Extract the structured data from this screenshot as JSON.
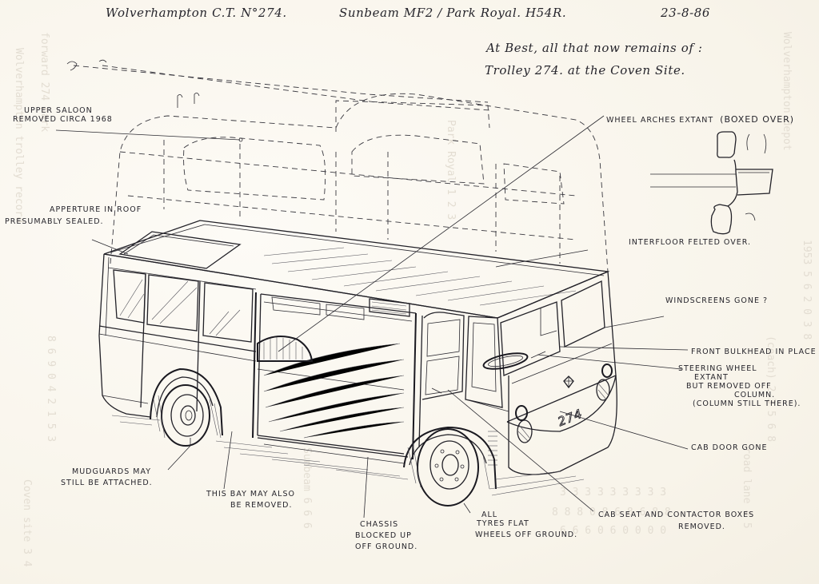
{
  "header": {
    "title": "Wolverhampton C.T. N°274.",
    "model": "Sunbeam MF2 / Park Royal. H54R.",
    "date": "23-8-86",
    "subtitle_line1": "At Best, all that now remains of :",
    "subtitle_line2": "Trolley 274. at the Coven Site."
  },
  "vehicle": {
    "fleet_number": "274"
  },
  "annotations": [
    {
      "id": "upper-saloon",
      "lines": [
        "Upper saloon",
        "removed circa 1968"
      ]
    },
    {
      "id": "aperture-roof",
      "lines": [
        "Apperture in roof",
        "presumably sealed."
      ]
    },
    {
      "id": "wheel-arches",
      "lines": [
        "Wheel arches extant",
        "(Boxed over)"
      ]
    },
    {
      "id": "interfloor",
      "lines": [
        "Interfloor felted over."
      ]
    },
    {
      "id": "windscreens",
      "lines": [
        "Windscreens gone ?"
      ]
    },
    {
      "id": "front-bulkhead",
      "lines": [
        "Front bulkhead in place"
      ]
    },
    {
      "id": "steering-wheel",
      "lines": [
        "Steering wheel",
        "extant",
        "but removed off",
        "column.",
        "(column still there)."
      ]
    },
    {
      "id": "cab-door",
      "lines": [
        "Cab door gone"
      ]
    },
    {
      "id": "mudguards",
      "lines": [
        "Mudguards may",
        "still be attached."
      ]
    },
    {
      "id": "this-bay",
      "lines": [
        "This bay may also",
        "be removed."
      ]
    },
    {
      "id": "chassis",
      "lines": [
        "Chassis",
        "blocked up",
        "off ground."
      ]
    },
    {
      "id": "tyres",
      "lines": [
        "All",
        "tyres flat",
        "wheels off ground."
      ]
    },
    {
      "id": "cab-seat",
      "lines": [
        "Cab seat and contactor boxes",
        "removed."
      ]
    }
  ],
  "colors": {
    "paper": "#fbf8f1",
    "ink": "#222128",
    "bleed_through": "#e3ddd2"
  }
}
